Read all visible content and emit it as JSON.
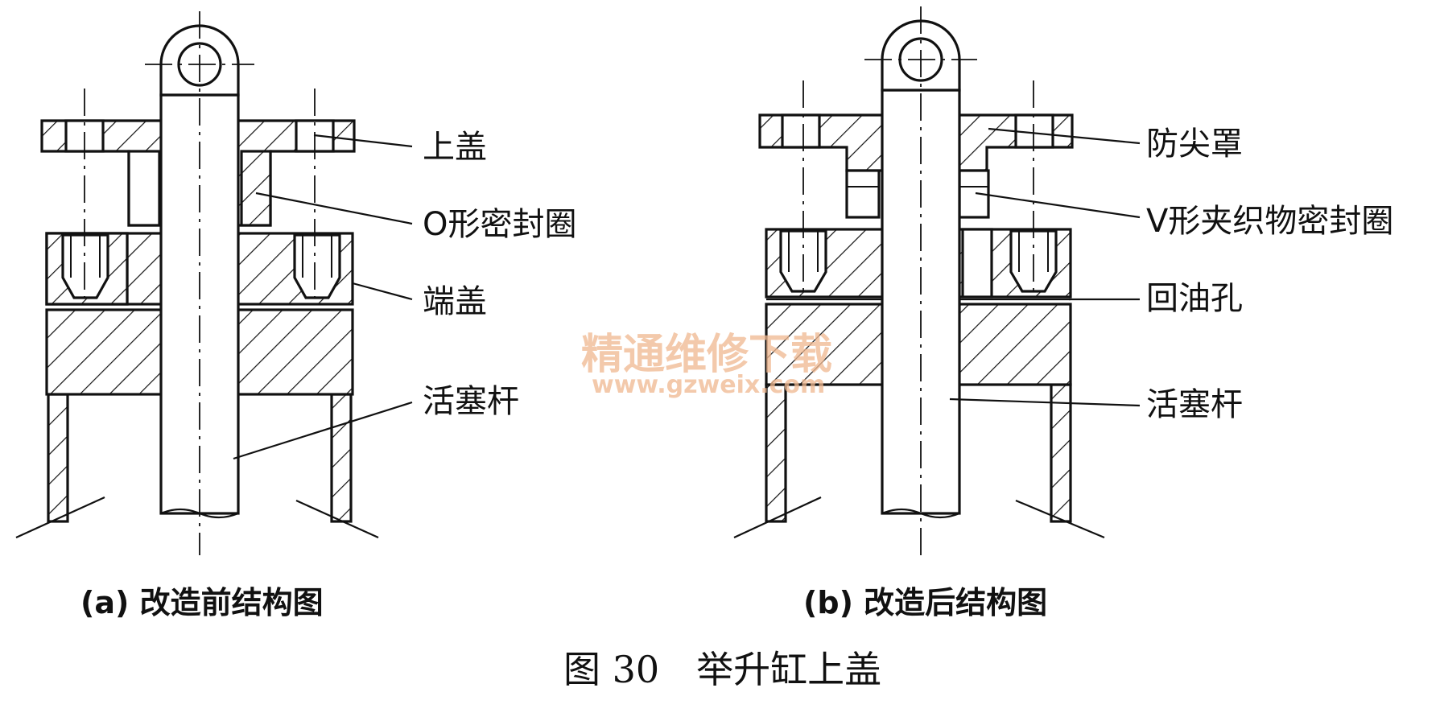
{
  "left": {
    "caption": "(a) 改造前结构图",
    "labels": [
      "上盖",
      "O形密封圈",
      "端盖",
      "活塞杆"
    ]
  },
  "right": {
    "caption": "(b) 改造后结构图",
    "labels": [
      "防尖罩",
      "V形夹织物密封圈",
      "回油孔",
      "活塞杆"
    ]
  },
  "figure_caption": "图 30　举升缸上盖",
  "watermark": {
    "line1": "精通维修下载",
    "line2": "www.gzweix.com",
    "color": "#f0b890"
  }
}
